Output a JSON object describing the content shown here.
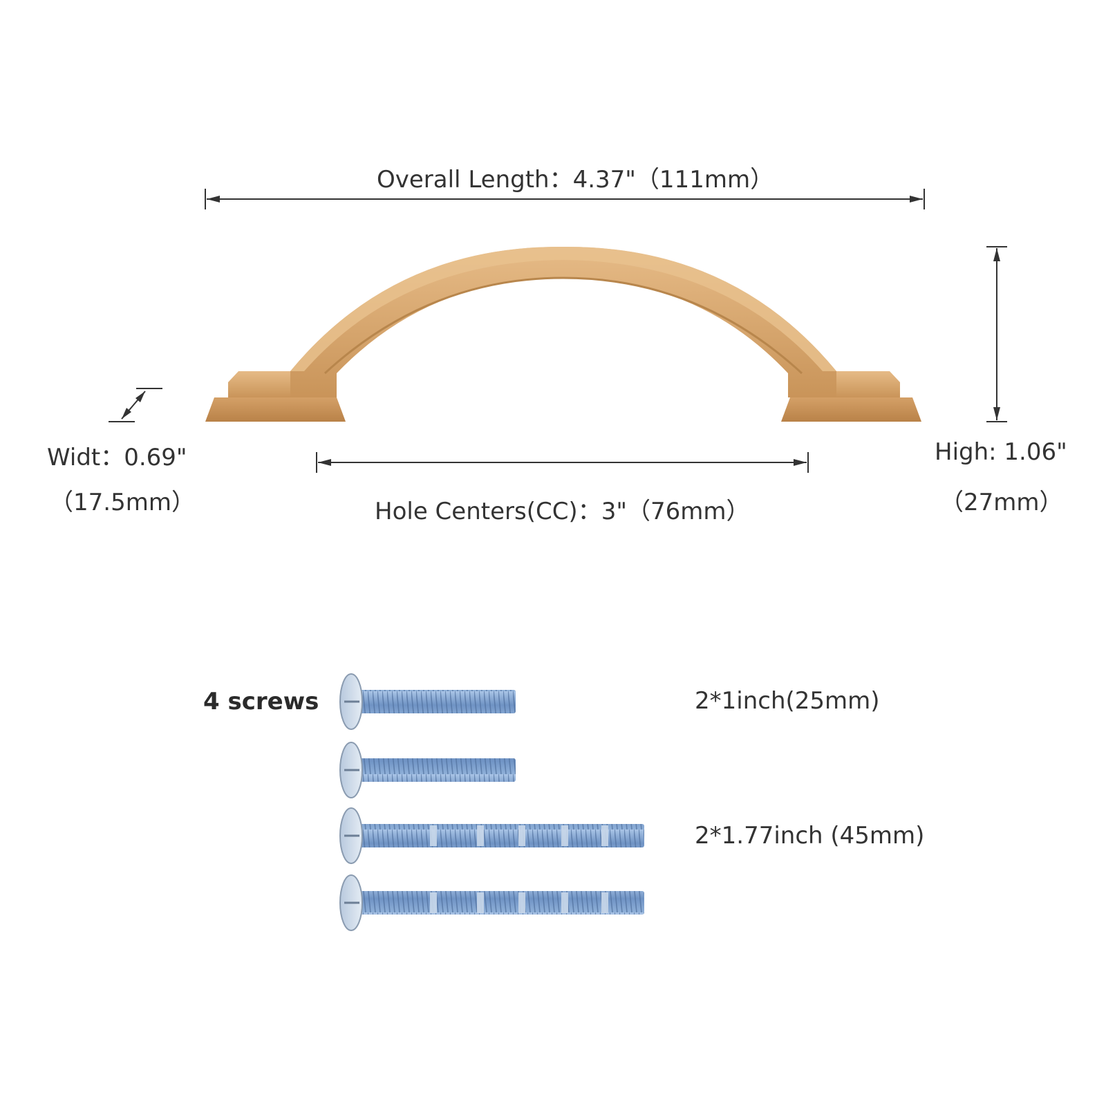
{
  "dimensions": {
    "overall_length": "Overall Length：4.37\"（111mm）",
    "width_line1": "Widt：0.69\"",
    "width_line2": "（17.5mm）",
    "hole_centers": "Hole Centers(CC)：3\"（76mm）",
    "height_line1": "High: 1.06\"",
    "height_line2": "（27mm）"
  },
  "screws": {
    "title": "4 screws",
    "short_label": "2*1inch(25mm)",
    "long_label": "2*1.77inch (45mm)"
  },
  "colors": {
    "handle": "#d9aa74",
    "screw": "#7f9cc4",
    "dimension_line": "#333333"
  }
}
